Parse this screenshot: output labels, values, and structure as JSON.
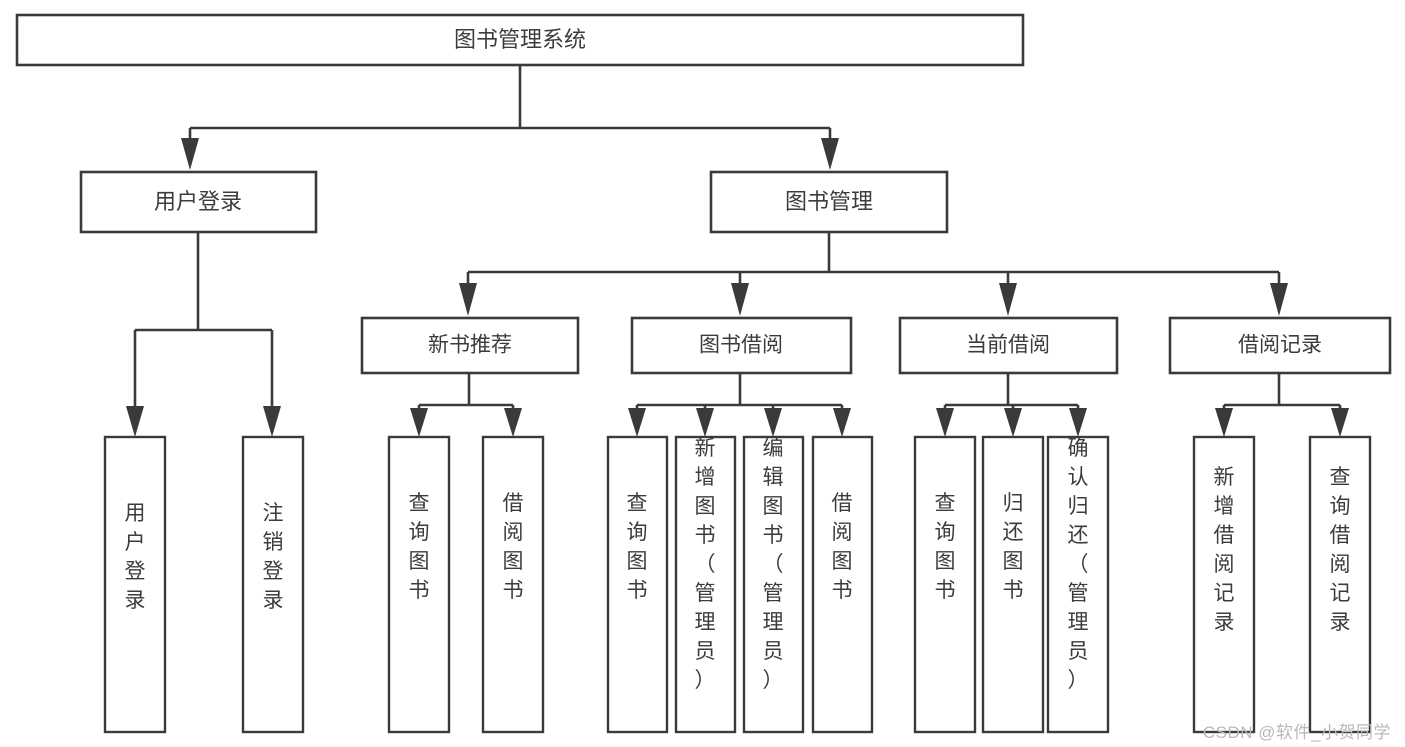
{
  "diagram": {
    "type": "tree",
    "title": "图书管理系统",
    "watermark": "CSDN @软件_小贺同学",
    "colors": {
      "stroke": "#3a3a3a",
      "fill": "#ffffff",
      "text": "#3c3c3c",
      "watermark": "#b9b9b9"
    },
    "root": {
      "label": "图书管理系统"
    },
    "level2": [
      {
        "label": "用户登录"
      },
      {
        "label": "图书管理"
      }
    ],
    "level3": [
      {
        "label": "新书推荐"
      },
      {
        "label": "图书借阅"
      },
      {
        "label": "当前借阅"
      },
      {
        "label": "借阅记录"
      }
    ],
    "leaves": {
      "user_login": [
        {
          "label": "用户登录"
        },
        {
          "label": "注销登录"
        }
      ],
      "new_book": [
        {
          "label": "查询图书"
        },
        {
          "label": "借阅图书"
        }
      ],
      "book_borrow": [
        {
          "label": "查询图书"
        },
        {
          "label": "新增图书（管理员）"
        },
        {
          "label": "编辑图书（管理员）"
        },
        {
          "label": "借阅图书"
        }
      ],
      "current_borrow": [
        {
          "label": "查询图书"
        },
        {
          "label": "归还图书"
        },
        {
          "label": "确认归还（管理员）"
        }
      ],
      "borrow_record": [
        {
          "label": "新增借阅记录"
        },
        {
          "label": "查询借阅记录"
        }
      ]
    }
  }
}
